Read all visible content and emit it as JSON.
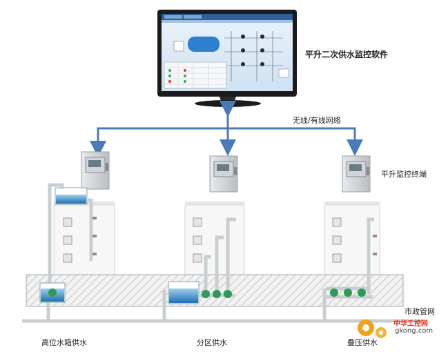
{
  "labels": {
    "software_title": "平升二次供水监控软件",
    "network": "无线/有线网络",
    "terminal": "平升监控终端",
    "municipal_pipe": "市政管网",
    "high_tank": "高位水箱供水",
    "zone_supply": "分区供水",
    "pressure_supply": "叠压供水"
  },
  "watermark": {
    "brand": "中华工控网",
    "domain": "gkong.com"
  },
  "colors": {
    "network_arrow": "#4a7ab7",
    "pipe": "#c8cfd3",
    "water": "#3f8ec9",
    "ground_hatch": "#9a9a9a",
    "pump": "#2e9a57"
  }
}
